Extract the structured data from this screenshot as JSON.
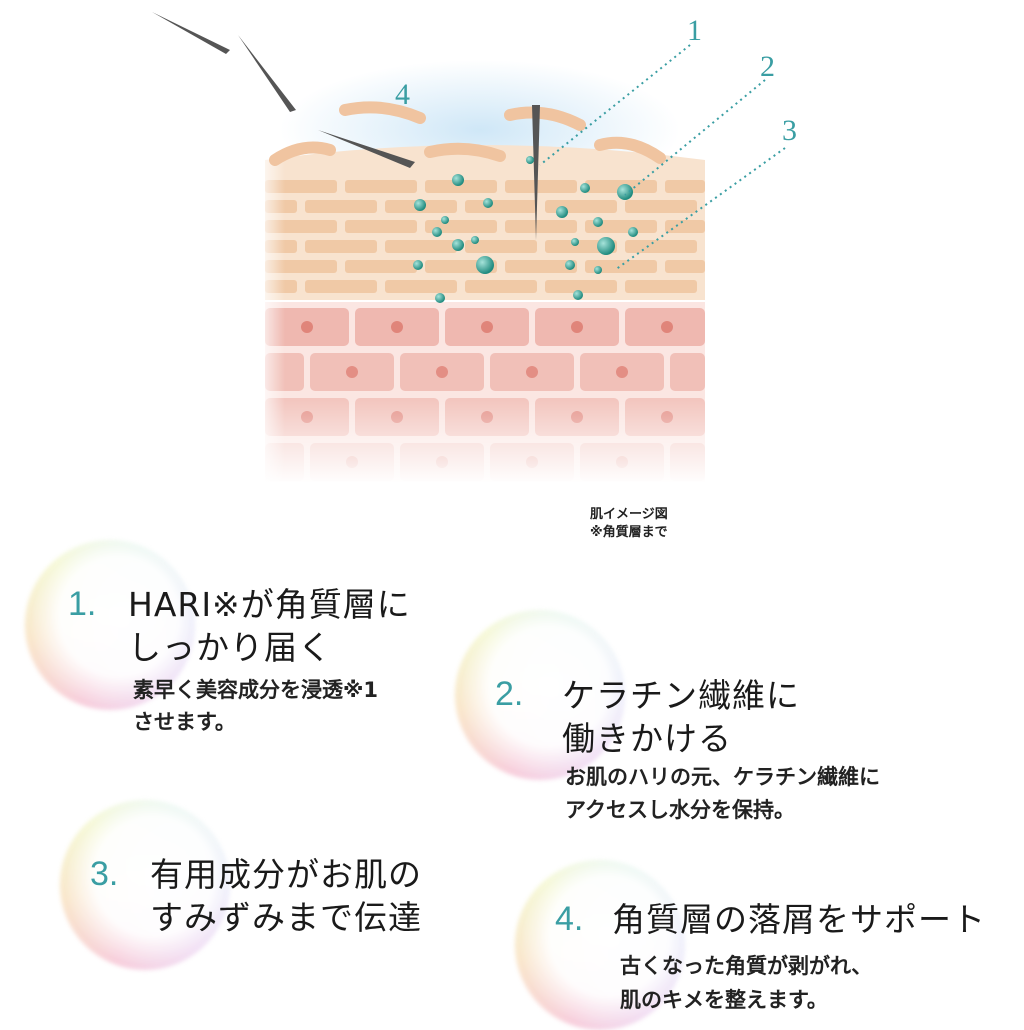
{
  "diagram": {
    "labels": [
      "1",
      "2",
      "3",
      "4"
    ],
    "colors": {
      "accent": "#3a9ea3",
      "horny_layer": "#f0c9a6",
      "living_layer": "#efb8b0",
      "particle": "#2f9a8e"
    }
  },
  "caption": {
    "line1": "肌イメージ図",
    "line2": "※角質層まで"
  },
  "items": [
    {
      "num": "1.",
      "title": [
        "HARI※が角質層に",
        "しっかり届く"
      ],
      "body": [
        "素早く美容成分を浸透※1",
        "させます。"
      ]
    },
    {
      "num": "2.",
      "title": [
        "ケラチン繊維に",
        "働きかける"
      ],
      "body": [
        "お肌のハリの元、ケラチン繊維に",
        "アクセスし水分を保持。"
      ]
    },
    {
      "num": "3.",
      "title": [
        "有用成分がお肌の",
        "すみずみまで伝達"
      ],
      "body": []
    },
    {
      "num": "4.",
      "title": [
        "角質層の落屑をサポート"
      ],
      "body": [
        "古くなった角質が剥がれ、",
        "肌のキメを整えます。"
      ]
    }
  ]
}
